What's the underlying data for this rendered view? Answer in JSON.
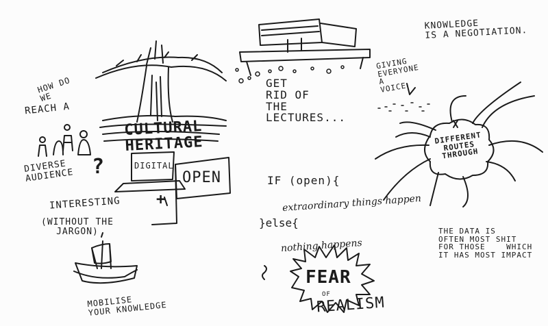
{
  "notes": {
    "how_do_we": "HOW DO\nWE",
    "reach_a": "REACH A",
    "diverse_audience": "DIVERSE\nAUDIENCE",
    "question_mark": "?",
    "cultural_heritage": "CULTURAL\nHERITAGE",
    "digital": "DIGITAL",
    "open": "OPEN",
    "plus": "+",
    "interesting": "INTERESTING",
    "without_the_jargon": "(WITHOUT THE\nJARGON)",
    "mobilise_your_knowledge": "MOBILISE\nYOUR KNOWLEDGE",
    "get_rid_of_the_lectures": "GET\nRID OF\nTHE\nLECTURES...",
    "knowledge_negotiation": "KNOWLEDGE\nIS A NEGOTIATION.",
    "giving_everyone_a_voice": "GIVING\nEVERYONE\nA\nVOICE",
    "different_routes_through": "DIFFERENT\nROUTES\nTHROUGH",
    "if_open": "IF (open){",
    "extraordinary": "extraordinary things happen",
    "else": "}else{",
    "nothing_happens": "nothing happens",
    "close_brace": "}",
    "fear": "FEAR",
    "of": "OF",
    "realism": "REALISM",
    "the_data": "THE DATA IS\nOFTEN MOST SHIT\nFOR THOSE    WHICH\nIT HAS MOST IMPACT"
  },
  "colors": {
    "ink": "#1b1b1b",
    "paper": "#fcfcfc"
  }
}
